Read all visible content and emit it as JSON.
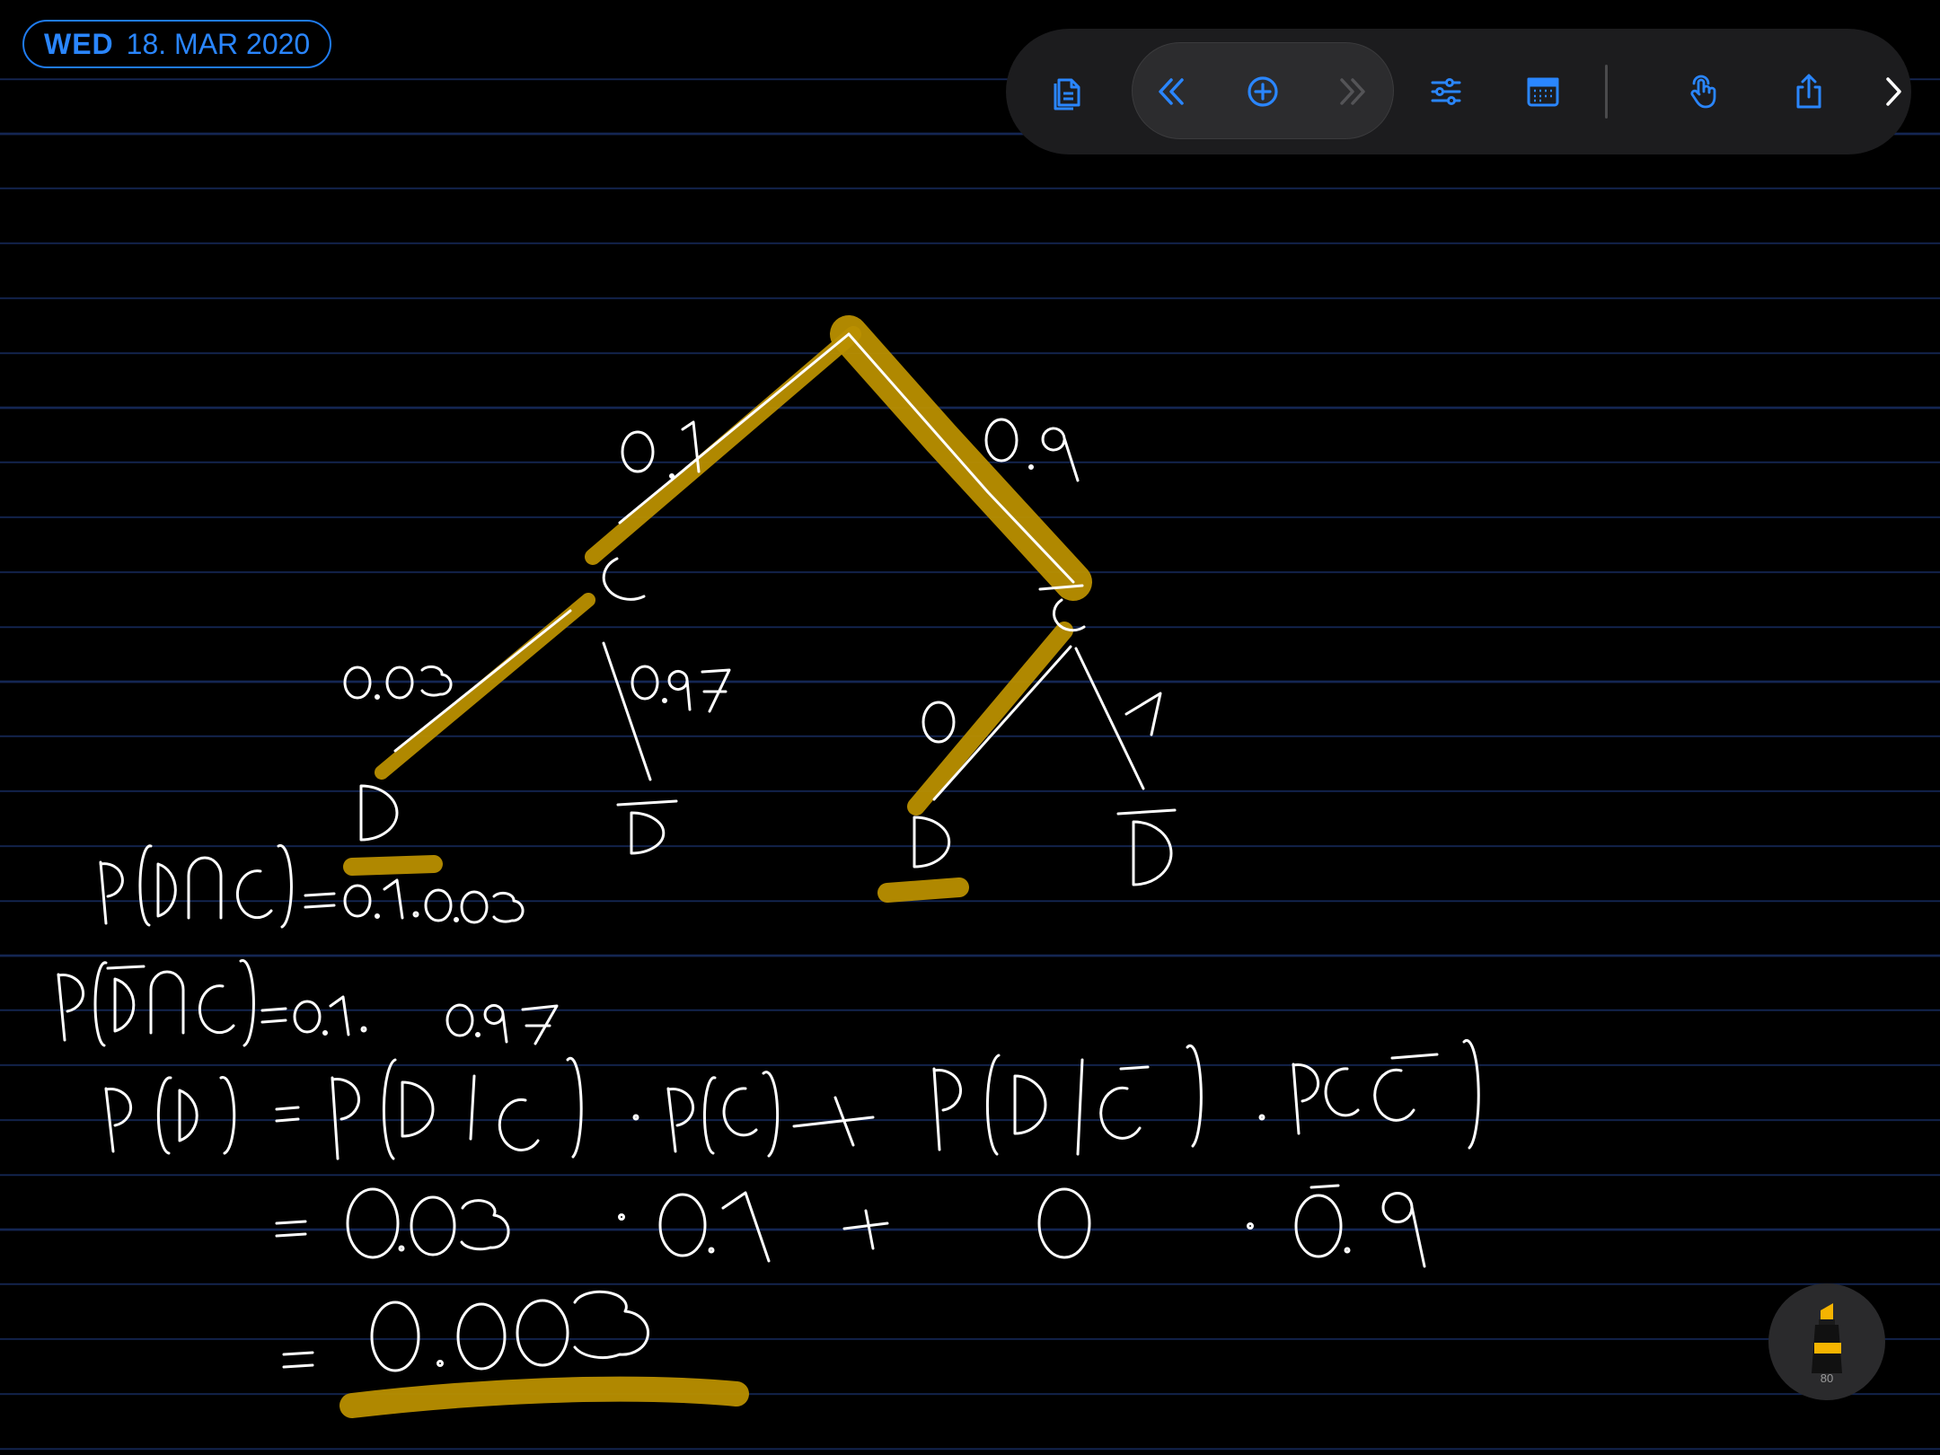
{
  "header": {
    "weekday": "WED",
    "date": "18. MAR 2020"
  },
  "toolbar": {
    "buttons": [
      {
        "name": "pages-icon"
      },
      {
        "name": "previous-page-icon"
      },
      {
        "name": "add-page-icon"
      },
      {
        "name": "next-page-icon"
      },
      {
        "name": "settings-icon"
      },
      {
        "name": "calendar-icon"
      },
      {
        "name": "touch-mode-icon"
      },
      {
        "name": "share-icon"
      },
      {
        "name": "expand-chevron-icon"
      }
    ],
    "accent_color": "#1f7bef"
  },
  "tool": {
    "name": "highlighter-marker",
    "size_label": "80",
    "color": "#f5b400"
  },
  "colors": {
    "background": "#000000",
    "ruling": "#142653",
    "ink": "#ffffff",
    "highlight": "#c89b00"
  },
  "notes": {
    "branch_labels": [
      "0.1",
      "0.9",
      "0.03",
      "0.97",
      "0",
      "1"
    ],
    "node_labels": [
      "C",
      "C̄",
      "D",
      "D̄",
      "D",
      "D̄"
    ],
    "line1": "P(D∩C)=0.1·0.03",
    "line2": "P(D̄∩C)=0.1·0.97",
    "line3": "P(D)=P(D|C)·P(C)+P(D|C̄)·P(C̄)",
    "line4": "=0.03 ·0.1 + 0 ·0.9",
    "line5": "= 0.003"
  }
}
